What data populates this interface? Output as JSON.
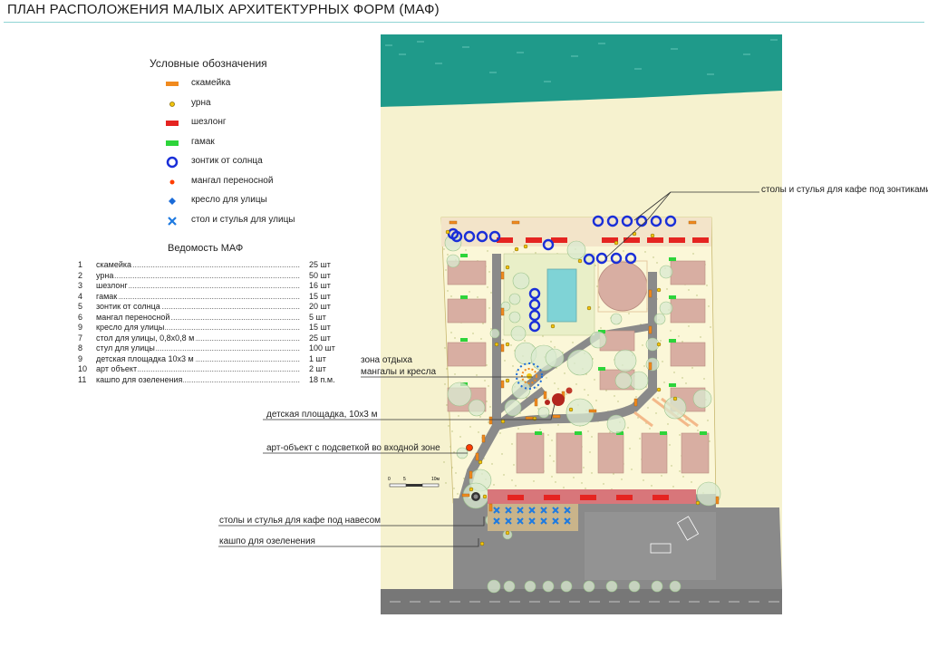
{
  "title": "ПЛАН РАСПОЛОЖЕНИЯ МАЛЫХ АРХИТЕКТУРНЫХ ФОРМ (МАФ)",
  "legend": {
    "title": "Условные обозначения",
    "items": [
      {
        "label": "скамейка",
        "symbol": "bench-icon"
      },
      {
        "label": "урна",
        "symbol": "urn-icon"
      },
      {
        "label": "шезлонг",
        "symbol": "sunbed-icon"
      },
      {
        "label": "гамак",
        "symbol": "hammock-icon"
      },
      {
        "label": "зонтик от солнца",
        "symbol": "umbrella-icon"
      },
      {
        "label": "мангал переносной",
        "symbol": "grill-icon"
      },
      {
        "label": "кресло для улицы",
        "symbol": "armchair-icon"
      },
      {
        "label": "стол и стулья для улицы",
        "symbol": "table-chairs-icon"
      }
    ]
  },
  "statement": {
    "title": "Ведомость МАФ",
    "rows": [
      {
        "num": "1",
        "name": "скамейка",
        "qty": "25 шт"
      },
      {
        "num": "2",
        "name": "урна",
        "qty": "50 шт"
      },
      {
        "num": "3",
        "name": "шезлонг",
        "qty": "16 шт"
      },
      {
        "num": "4",
        "name": "гамак",
        "qty": "15 шт"
      },
      {
        "num": "5",
        "name": "зонтик от солнца",
        "qty": "20 шт"
      },
      {
        "num": "6",
        "name": "мангал переносной",
        "qty": "5 шт"
      },
      {
        "num": "9",
        "name": "кресло для улицы",
        "qty": "15 шт"
      },
      {
        "num": "7",
        "name": "стол для улицы, 0,8х0,8 м",
        "qty": "25 шт"
      },
      {
        "num": "8",
        "name": "стул для улицы",
        "qty": "100 шт"
      },
      {
        "num": "9",
        "name": "детская площадка 10х3 м",
        "qty": "1 шт"
      },
      {
        "num": "10",
        "name": "арт объект",
        "qty": "2 шт"
      },
      {
        "num": "11",
        "name": "кашпо для озеленения",
        "qty": "18 п.м."
      }
    ]
  },
  "callouts": {
    "cafe_umbrellas": "столы и стулья для кафе под зонтиками",
    "rest_zone_1": "зона отдыха",
    "rest_zone_2": "мангалы и кресла",
    "playground": "детская площадка, 10х3 м",
    "art_object": "арт-объект с подсветкой во входной зоне",
    "cafe_canopy": "столы и стулья для кафе под навесом",
    "planters": "кашпо для озеленения"
  },
  "scale_bar": {
    "labels": [
      "0",
      "5",
      "10м"
    ]
  },
  "colors": {
    "water": "#1f9a8a",
    "sand": "#f6f2cf",
    "asphalt": "#8a8a8a",
    "building": "#d8aea2",
    "bench": "#f08a1e",
    "sunbed": "#e52421",
    "hammock": "#2dd43a",
    "umbrella": "#1a2fd8",
    "grill": "#ff3d00",
    "armchair": "#1a6bd8",
    "table": "#1e7ae0",
    "urn": "#f1c40f"
  }
}
